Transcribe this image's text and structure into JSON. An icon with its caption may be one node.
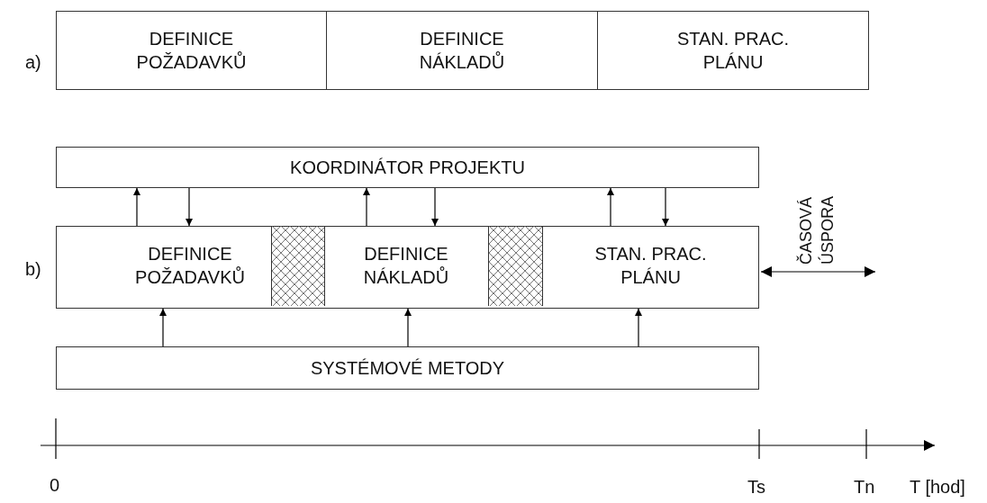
{
  "diagram": {
    "nodes": [
      {
        "text": [
          "DEFINICE POŽADAVKŮ"
        ]
      },
      {
        "text": [
          "DEFINICE NÁKLADŮ"
        ]
      },
      {
        "text": [
          "STAN. PRAC. PLÁNU"
        ]
      },
      {
        "text": [
          "KOORDINÁTOR PROJEKTU"
        ]
      },
      {
        "text": [],
        "shape": "box"
      },
      {
        "text": [
          "DEFINICE POŽADAVKŮ"
        ],
        "in": 4
      },
      {
        "text": [],
        "shape": "box",
        "in": 4
      },
      {
        "text": [
          "DEFINICE NÁKLADŮ"
        ],
        "in": 4
      },
      {
        "text": [],
        "shape": "box",
        "in": 4
      },
      {
        "text": [
          "STAN. PRAC. PLÁNU"
        ],
        "in": 4
      },
      {
        "text": [
          "SYSTÉMOVÉ METODY"
        ]
      }
    ],
    "edges": [
      {
        "from": 5,
        "to": 3,
        "arrow": "to"
      },
      {
        "from": 3,
        "to": 5,
        "arrow": "to"
      },
      {
        "from": 7,
        "to": 3,
        "arrow": "to"
      },
      {
        "from": 3,
        "to": 7,
        "arrow": "to"
      },
      {
        "from": 9,
        "to": 3,
        "arrow": "to"
      },
      {
        "from": 3,
        "to": 9,
        "arrow": "to"
      },
      {
        "from": 10,
        "to": 5,
        "arrow": "to"
      },
      {
        "from": 10,
        "to": 7,
        "arrow": "to"
      },
      {
        "from": 10,
        "to": 9,
        "arrow": "to"
      }
    ],
    "labels": [
      "a)",
      "b)",
      "ČASOVÁ ÚSPORA",
      "0",
      "Ts",
      "Tn",
      "T [hod]"
    ]
  }
}
